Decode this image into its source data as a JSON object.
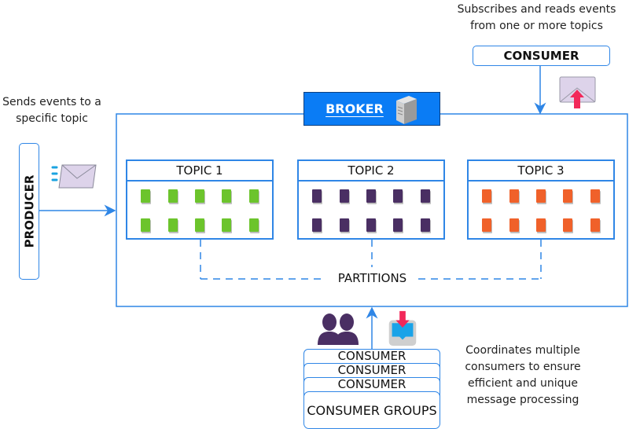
{
  "notes": {
    "consumer": [
      "Subscribes and reads events",
      "from one or more topics"
    ],
    "producer": [
      "Sends events to a",
      "specific topic"
    ],
    "groups": [
      "Coordinates multiple",
      "consumers to ensure",
      "efficient and unique",
      "message processing"
    ]
  },
  "broker": {
    "label": "BROKER",
    "icon": "server-icon"
  },
  "producer": {
    "label": "PRODUCER",
    "icon": "envelope-send-icon"
  },
  "consumer": {
    "label": "CONSUMER",
    "icon": "envelope-receive-icon"
  },
  "topics": [
    {
      "label": "TOPIC 1",
      "color": "#6cc42c"
    },
    {
      "label": "TOPIC 2",
      "color": "#4a2f63"
    },
    {
      "label": "TOPIC 3",
      "color": "#f0612a"
    }
  ],
  "partitions_label": "PARTITIONS",
  "consumer_groups": {
    "stack": [
      "CONSUMER",
      "CONSUMER",
      "CONSUMER"
    ],
    "label": "CONSUMER GROUPS",
    "icons": [
      "people-icon",
      "inbox-download-icon"
    ]
  },
  "colors": {
    "accent": "#2f86e6",
    "broker_fill": "#0a7cf5"
  }
}
